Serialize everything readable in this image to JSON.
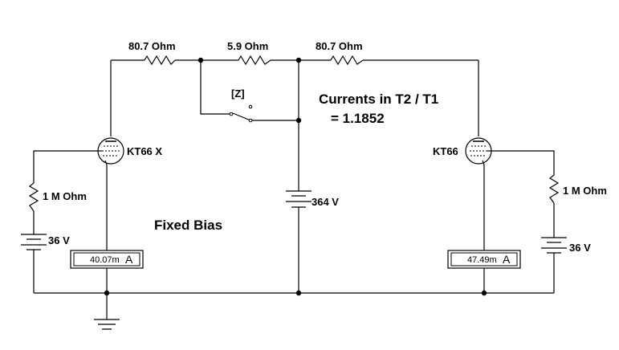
{
  "resistors": {
    "left_top": "80.7  Ohm",
    "mid_top": "5.9  Ohm",
    "right_top": "80.7  Ohm",
    "left_grid": "1 M Ohm",
    "right_grid": "1 M Ohm"
  },
  "switch": {
    "key": "[Z]"
  },
  "tubes": {
    "left": "KT66 X",
    "right": "KT66"
  },
  "sources": {
    "supply": "364 V",
    "left_bias": "36 V",
    "right_bias": "36 V"
  },
  "meters": {
    "left": "40.07m",
    "right": "47.49m",
    "unit": "A"
  },
  "annotations": {
    "mode": "Fixed Bias",
    "ratio_title": "Currents in T2 / T1",
    "ratio_value": "= 1.1852"
  }
}
